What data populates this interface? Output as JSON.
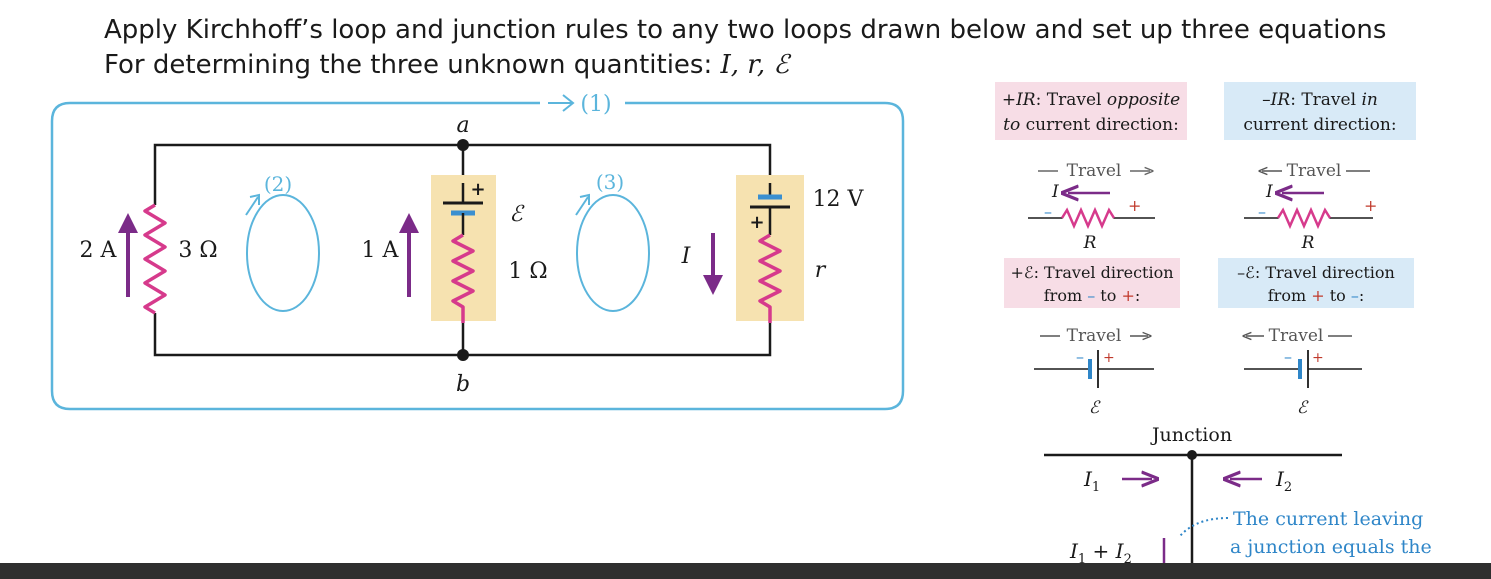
{
  "heading": {
    "line1": "Apply Kirchhoff’s loop and junction rules to any two loops drawn below and set up three equations",
    "line2_text": "For determining the three unknown quantities: ",
    "line2_vars": "I, r, ℰ"
  },
  "circuit": {
    "loop1_label": "(1)",
    "loop2_label": "(2)",
    "loop3_label": "(3)",
    "node_a": "a",
    "node_b": "b",
    "left_current": "2 A",
    "left_resistor": "3 Ω",
    "middle_current": "1 A",
    "emf_symbol": "ℰ",
    "middle_resistor": "1 Ω",
    "right_current": "I",
    "battery_voltage": "12 V",
    "internal_resistance": "r",
    "plus_sign": "+"
  },
  "rules": {
    "ir_opposite": {
      "line1_a": "+",
      "line1_b": "IR",
      "line1_c": ": Travel ",
      "line1_d": "opposite",
      "line2_a": "to",
      "line2_b": " current direction:"
    },
    "ir_in": {
      "line1_a": "–",
      "line1_b": "IR",
      "line1_c": ": Travel ",
      "line1_d": "in",
      "line2": "current direction:"
    },
    "travel_label": "Travel",
    "current_symbol": "I",
    "resistor_symbol": "R",
    "minus": "–",
    "plus": "+",
    "emf_plus": {
      "line1": "+ℰ: Travel direction",
      "line2_a": "from ",
      "line2_b": "–",
      "line2_c": " to ",
      "line2_d": "+",
      "line2_e": ":"
    },
    "emf_minus": {
      "line1": "–ℰ: Travel direction",
      "line2_a": "from ",
      "line2_b": "+",
      "line2_c": " to ",
      "line2_d": "–",
      "line2_e": ":"
    },
    "emf_symbol": "ℰ"
  },
  "junction": {
    "title": "Junction",
    "i1": "I",
    "i1_sub": "1",
    "i2": "I",
    "i2_sub": "2",
    "sum_a": "I",
    "sum_a_sub": "1",
    "sum_plus": " + ",
    "sum_b": "I",
    "sum_b_sub": "2",
    "note_line1": "The current leaving",
    "note_line2": "a junction equals the"
  },
  "colors": {
    "loop_blue": "#5bb5dc",
    "resistor_magenta": "#d63a8c",
    "arrow_purple": "#7b2b88",
    "battery_tan": "#f6e2b0",
    "battery_blue": "#3a8fd0",
    "pink_box": "#f7dde6",
    "blue_box": "#d8eaf7",
    "minus_blue": "#2f86c8",
    "plus_red": "#c0392b"
  }
}
